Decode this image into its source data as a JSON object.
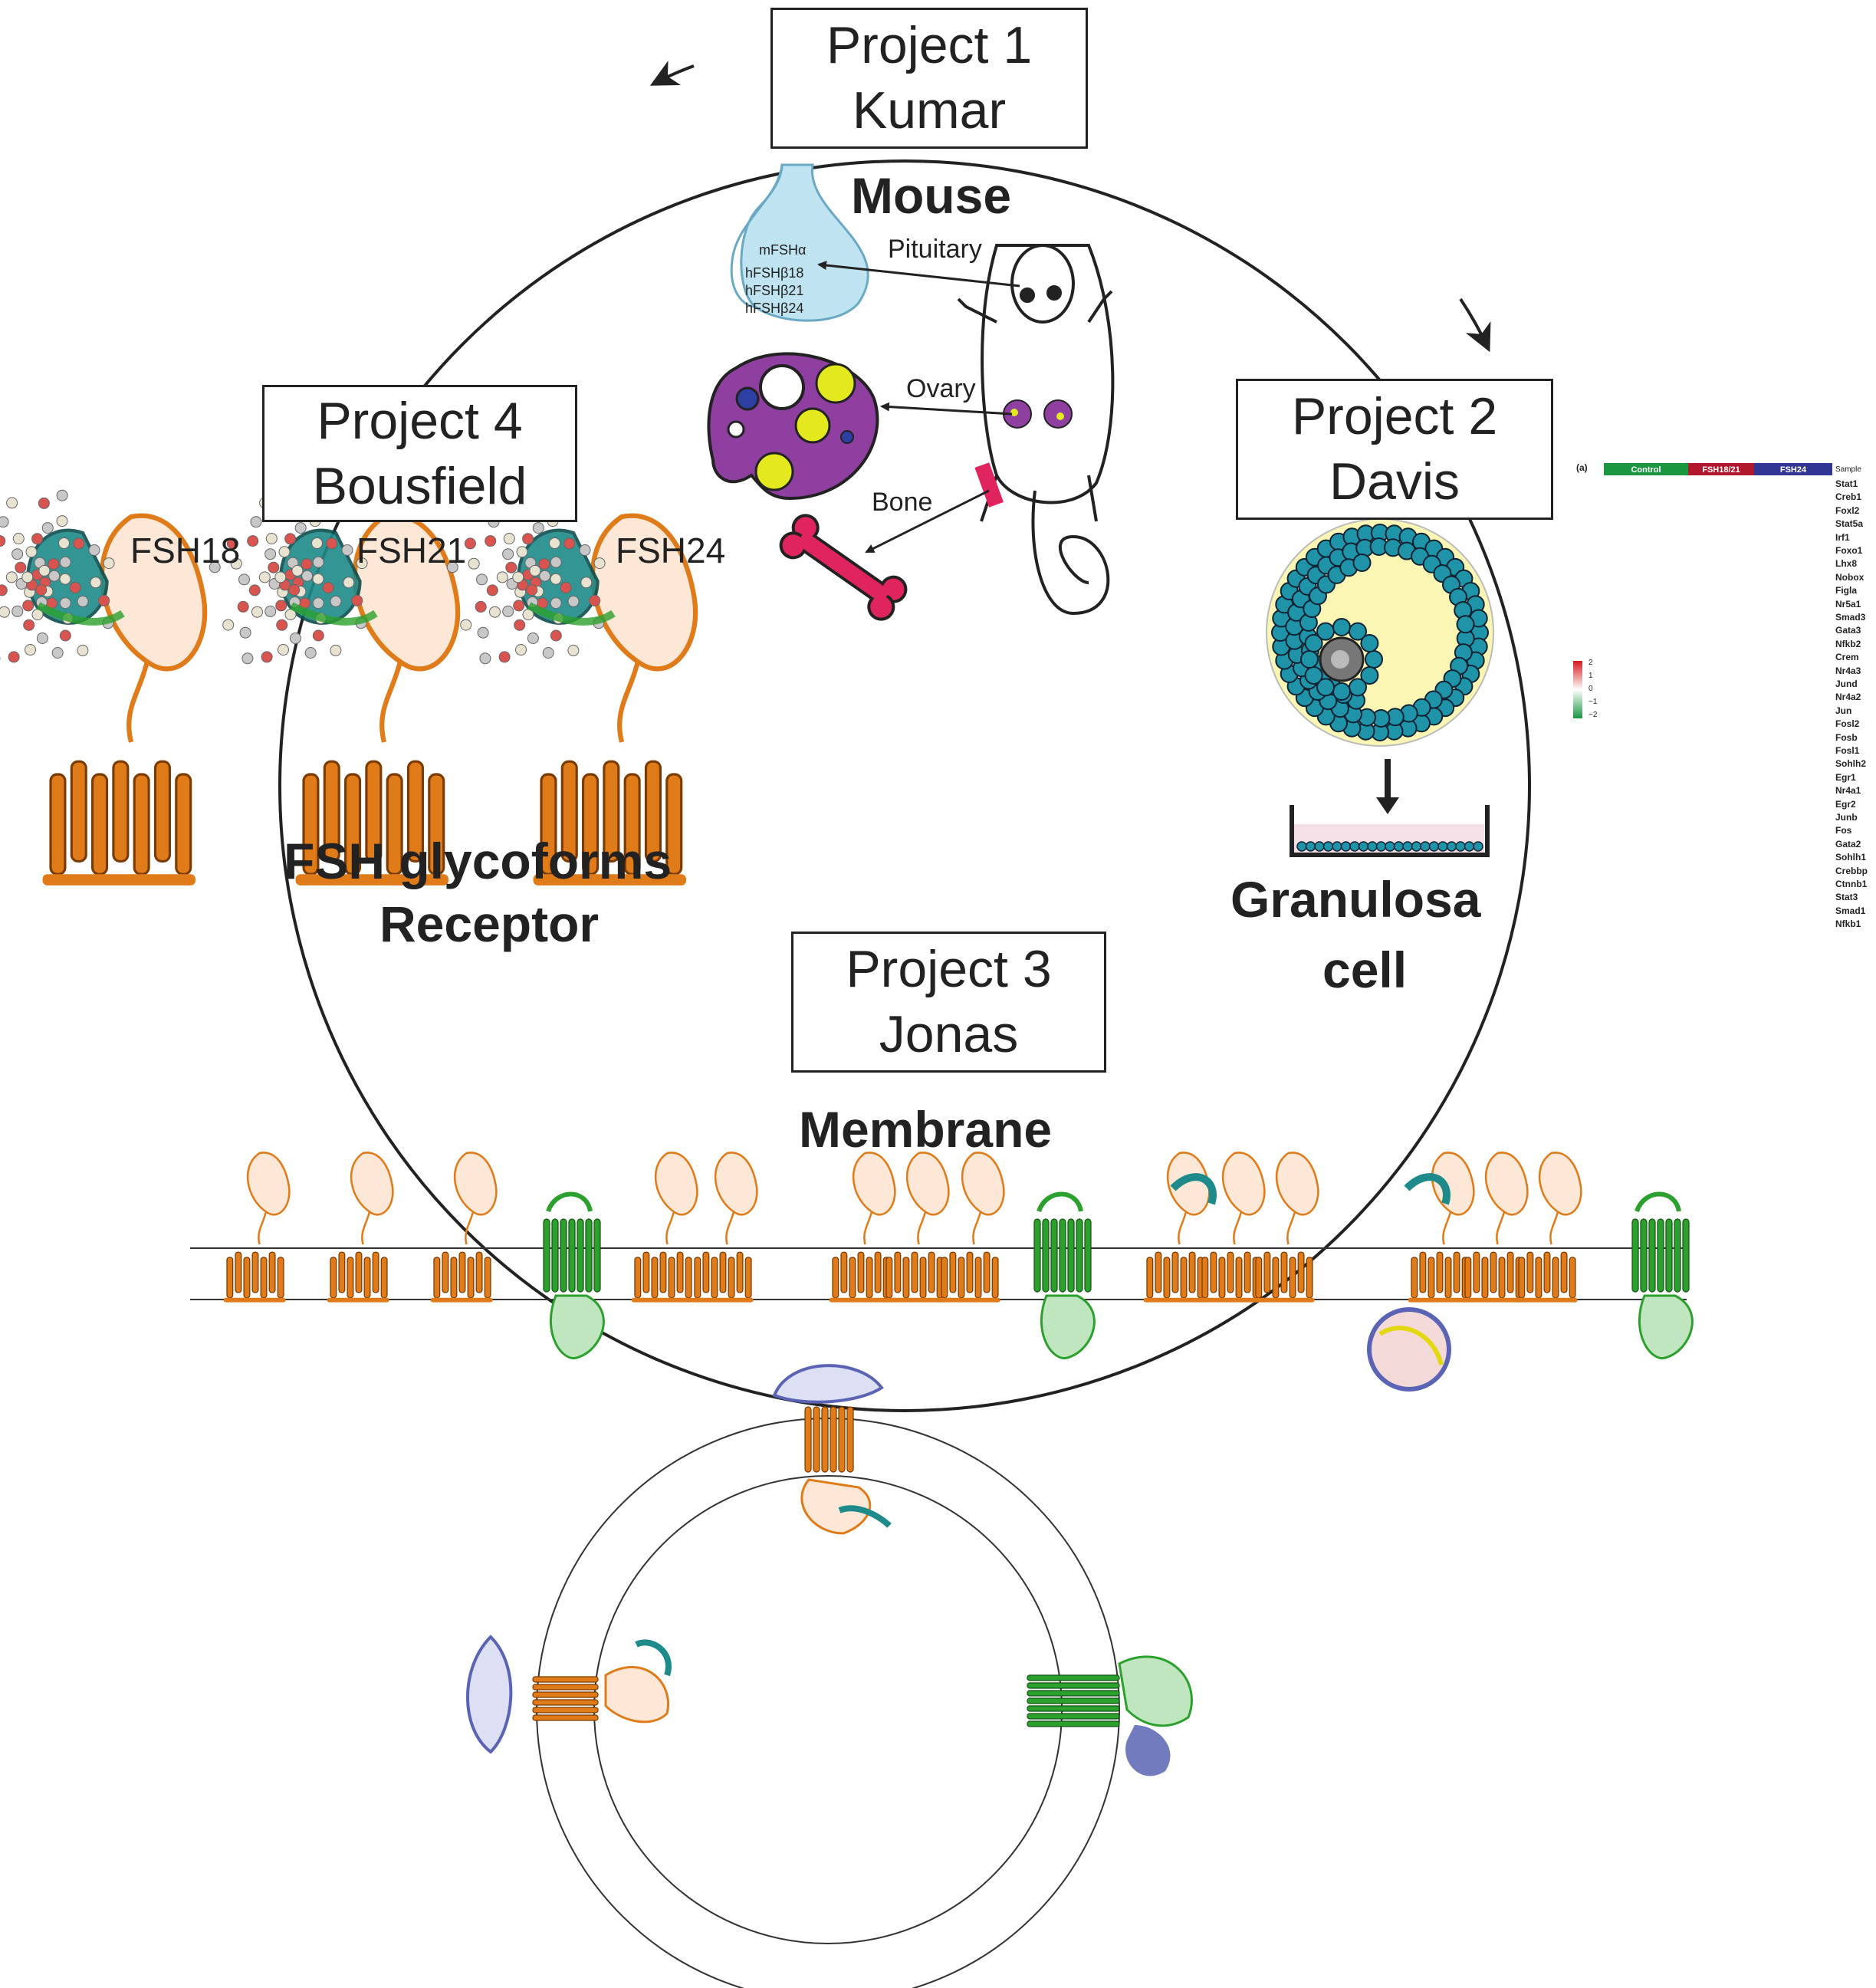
{
  "projects": [
    {
      "line1": "Project 1",
      "line2": "Kumar"
    },
    {
      "line1": "Project 2",
      "line2": "Davis"
    },
    {
      "line1": "Project 3",
      "line2": "Jonas"
    },
    {
      "line1": "Project 4",
      "line2": "Bousfield"
    }
  ],
  "mouse": {
    "title": "Mouse",
    "pituitary": "Pituitary",
    "ovary": "Ovary",
    "bone": "Bone",
    "pituitary_lines": [
      "mFSHα",
      "hFSHβ18",
      "hFSHβ21",
      "hFSHβ24"
    ]
  },
  "glycoforms": {
    "labels": [
      "FSH18",
      "FSH21",
      "FSH24"
    ],
    "title_line1": "FSH glycoforms",
    "title_line2": "Receptor"
  },
  "granulosa": {
    "line1": "Granulosa",
    "line2": "cell"
  },
  "membrane": {
    "title": "Membrane"
  },
  "heatmap": {
    "panel_label": "(a)",
    "groups": [
      "Control",
      "FSH18/21",
      "FSH24"
    ],
    "sample_label": "Sample",
    "scale_ticks": [
      "2",
      "1",
      "0",
      "−1",
      "−2"
    ],
    "genes": [
      "Stat1",
      "Creb1",
      "Foxl2",
      "Stat5a",
      "Irf1",
      "Foxo1",
      "Lhx8",
      "Nobox",
      "Figla",
      "Nr5a1",
      "Smad3",
      "Gata3",
      "Nfkb2",
      "Crem",
      "Nr4a3",
      "Jund",
      "Nr4a2",
      "Jun",
      "Fosl2",
      "Fosb",
      "Fosl1",
      "Sohlh2",
      "Egr1",
      "Nr4a1",
      "Egr2",
      "Junb",
      "Fos",
      "Gata2",
      "Sohlh1",
      "Crebbp",
      "Ctnnb1",
      "Stat3",
      "Smad1",
      "Nfkb1"
    ],
    "colors": {
      "control": "#1a9641",
      "fsh1821": "#b2182b",
      "fsh24": "#313695",
      "high": "#d7191c",
      "low": "#1a9641"
    }
  },
  "colors": {
    "orange": "#e07b1a",
    "green": "#2ca02c",
    "blue": "#5b64b4",
    "teal": "#1f8a8a",
    "ovary_purple": "#8e3fa0",
    "follicle_yellow": "#e3e81f",
    "bone_red": "#e0245e",
    "pituitary_blue": "#bfe3f0",
    "granulosa_cell": "#1f93a8",
    "antrum": "#fbf6b4"
  }
}
